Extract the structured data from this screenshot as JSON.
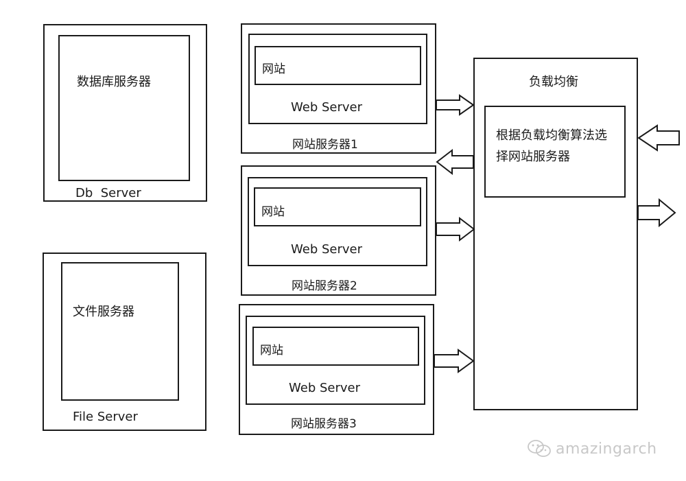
{
  "db_server": {
    "inner_label": "数据库服务器",
    "outer_label": "Db  Server"
  },
  "file_server": {
    "inner_label": "文件服务器",
    "outer_label": "File Server"
  },
  "web_servers": [
    {
      "site_label": "网站",
      "engine_label": "Web Server",
      "caption": "网站服务器1"
    },
    {
      "site_label": "网站",
      "engine_label": "Web Server",
      "caption": "网站服务器2"
    },
    {
      "site_label": "网站",
      "engine_label": "Web Server",
      "caption": "网站服务器3"
    }
  ],
  "load_balancer": {
    "title": "负载均衡",
    "algorithm_line1": "根据负载均衡算法选",
    "algorithm_line2": "择网站服务器"
  },
  "watermark": {
    "text": "amazingarch",
    "icon": "wechat-icon"
  }
}
